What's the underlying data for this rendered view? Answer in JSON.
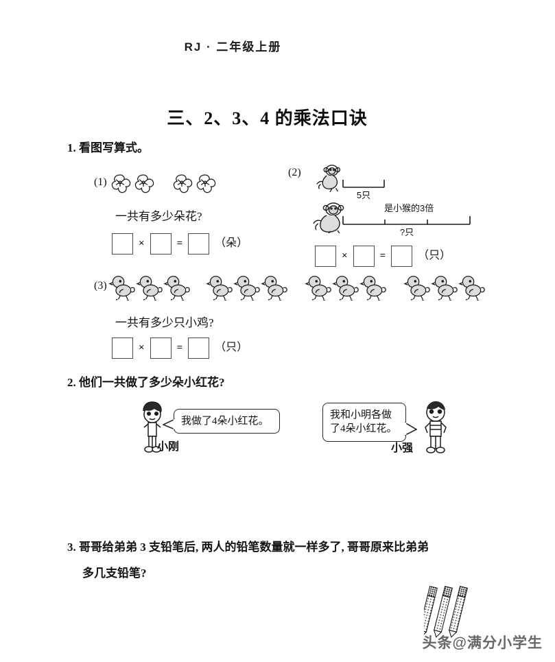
{
  "header": {
    "text": "RJ · 二年级上册"
  },
  "title": {
    "text": "三、2、3、4 的乘法口诀"
  },
  "questions": [
    {
      "number": "1.",
      "text": "看图写算式。",
      "subs": [
        {
          "label": "(1)",
          "prompt": "一共有多少朵花?",
          "unit": "（朵）",
          "mul": "×",
          "eq": "=",
          "icon": "flower-icon",
          "groups": 2,
          "per_group": 2,
          "total": 4
        },
        {
          "label": "(2)",
          "prompt": "",
          "unit": "（只）",
          "mul": "×",
          "eq": "=",
          "icon": "monkey-icon",
          "bar_top_label": "5只",
          "bar_bottom_label": "?只",
          "bar_relation": "是小猴的3倍",
          "multiplier": 3,
          "base": 5
        },
        {
          "label": "(3)",
          "prompt": "一共有多少只小鸡?",
          "unit": "（只）",
          "mul": "×",
          "eq": "=",
          "icon": "chick-icon",
          "groups": 4,
          "per_group": 3,
          "total": 12
        }
      ]
    },
    {
      "number": "2.",
      "text": "他们一共做了多少朵小红花?",
      "characters": [
        {
          "name": "小刚",
          "speech": "我做了4朵小红花。",
          "icon": "boy-icon"
        },
        {
          "name": "小强",
          "speech_line1": "我和小明各做",
          "speech_line2": "了4朵小红花。",
          "icon": "boy-icon"
        }
      ]
    },
    {
      "number": "3.",
      "line1": "哥哥给弟弟 3 支铅笔后, 两人的铅笔数量就一样多了, 哥哥原来比弟弟",
      "line2": "多几支铅笔?",
      "icon": "pencil-icon",
      "pencil_count": 3
    }
  ],
  "watermark": {
    "text": "头条@满分小学生"
  },
  "colors": {
    "ink": "#141414",
    "box_border": "#4a4a4a",
    "watermark": "#5a5a5a",
    "page_bg": "#ffffff"
  }
}
